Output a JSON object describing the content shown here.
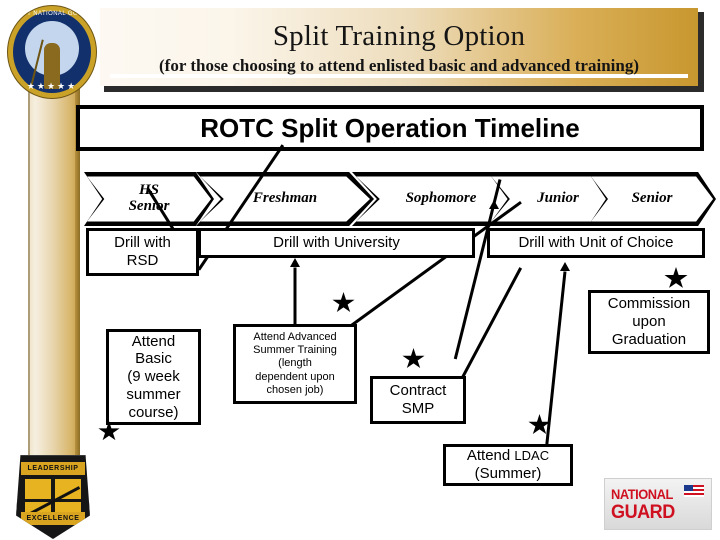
{
  "banner": {
    "title": "Split Training Option",
    "subtitle": "(for those choosing to attend enlisted basic and advanced training)"
  },
  "heading": "ROTC Split Operation Timeline",
  "timeline": {
    "phases": [
      {
        "label": "HS\nSenior"
      },
      {
        "label": "Freshman"
      },
      {
        "label": "Sophomore"
      },
      {
        "label": "Junior"
      },
      {
        "label": "Senior"
      }
    ]
  },
  "drill_row": [
    {
      "label": "Drill with\nRSD"
    },
    {
      "label": "Drill with University"
    },
    {
      "label": "Drill with Unit of Choice"
    }
  ],
  "events": {
    "attend_basic": "Attend\nBasic\n(9 week\nsummer\ncourse)",
    "advanced_summer": "Attend Advanced\nSummer Training\n(length\ndependent upon\nchosen job)",
    "contract_smp": "Contract\nSMP",
    "attend_ldac_line1": "Attend",
    "attend_ldac_acronym": "LDAC",
    "attend_ldac_line2": "(Summer)",
    "commission": "Commission\nupon\nGraduation"
  },
  "logos": {
    "arng_seal": "army-national-guard-seal",
    "arng_seal_text": "ARMY NATIONAL GUARD",
    "arng_seal_stars": "★★★★★",
    "rotc_top": "LEADERSHIP",
    "rotc_bottom": "EXCELLENCE",
    "ng_line1": "NATIONAL",
    "ng_line2": "GUARD"
  },
  "colors": {
    "gold": "#c8972f",
    "banner_cream": "#fdf9f2",
    "outline": "#000000",
    "ng_red": "#cf1020",
    "seal_navy": "#12306b"
  }
}
